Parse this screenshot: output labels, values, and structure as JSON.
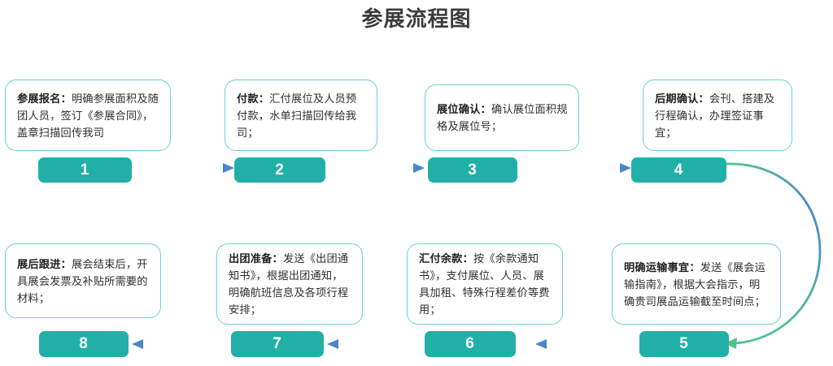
{
  "title": "参展流程图",
  "colors": {
    "pill": "#21b0a8",
    "card_border": "#6ecfd1",
    "arrow_green": "#5cc88f",
    "arrow_blue": "#4a86c8",
    "title_text": "#3b3b3b"
  },
  "steps": [
    {
      "number": "1",
      "lead": "参展报名：",
      "body": "明确参展面积及随团人员，签订《参展合同》，盖章扫描回传我司",
      "row": 1
    },
    {
      "number": "2",
      "lead": "付款：",
      "body": "汇付展位及人员预付款，水单扫描回传给我司；",
      "row": 1
    },
    {
      "number": "3",
      "lead": "展位确认：",
      "body": "确认展位面积规格及展位号；",
      "row": 1
    },
    {
      "number": "4",
      "lead": "后期确认：",
      "body": "会刊、搭建及行程确认，办理签证事宜；",
      "row": 1
    },
    {
      "number": "5",
      "lead": "明确运输事宜：",
      "body": "发送《展会运输指南》，根据大会指示，明确贵司展品运输截至时间点；",
      "row": 2
    },
    {
      "number": "6",
      "lead": "汇付余款：",
      "body": "按《余款通知书》，支付展位、人员、展具加租、特殊行程差价等费用；",
      "row": 2
    },
    {
      "number": "7",
      "lead": "出团准备：",
      "body": "发送《出团通知书》，根据出团通知，明确航班信息及各项行程安排；",
      "row": 2
    },
    {
      "number": "8",
      "lead": "展后跟进：",
      "body": "展会结束后，开具展会发票及补贴所需要的材料；",
      "row": 2
    }
  ],
  "connectors": [
    {
      "name": "arrow-1-to-2",
      "direction": "right"
    },
    {
      "name": "arrow-2-to-3",
      "direction": "right"
    },
    {
      "name": "arrow-3-to-4",
      "direction": "right"
    },
    {
      "name": "arrow-4-to-5",
      "direction": "curve-down-left"
    },
    {
      "name": "arrow-5-to-6",
      "direction": "left"
    },
    {
      "name": "arrow-6-to-7",
      "direction": "left"
    },
    {
      "name": "arrow-7-to-8",
      "direction": "left"
    }
  ]
}
